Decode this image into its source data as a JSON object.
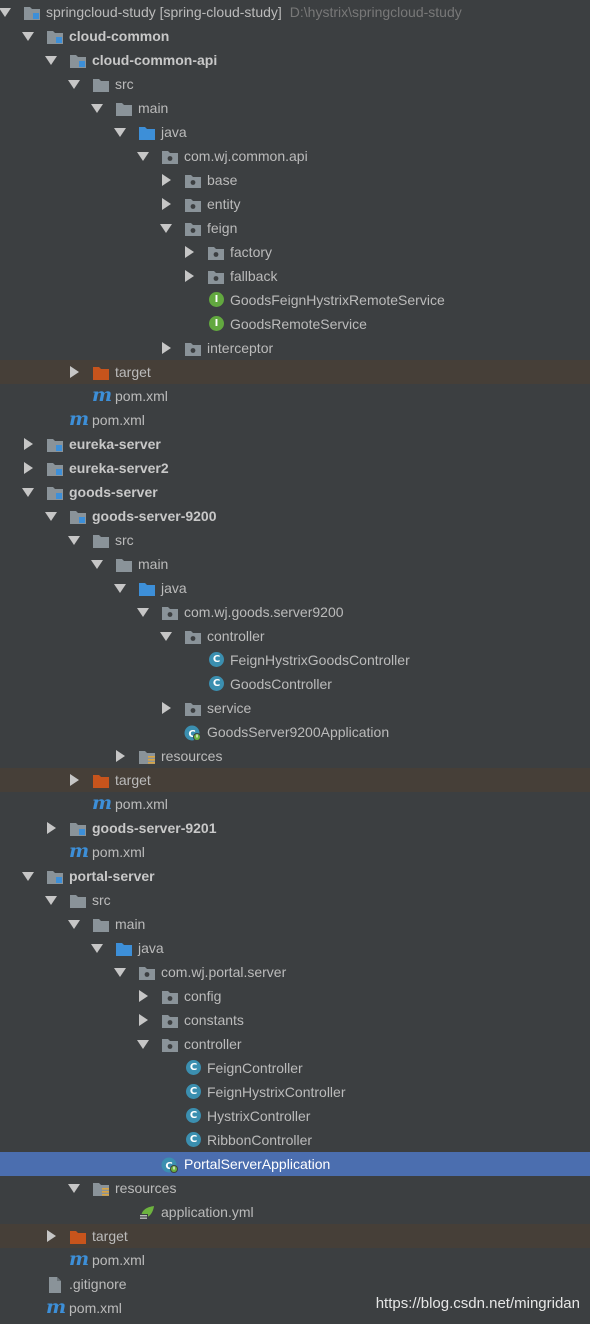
{
  "project_tree": {
    "items": [
      {
        "label": "springcloud-study [spring-cloud-study]",
        "path": "D:\\hystrix\\springcloud-study",
        "depth": 0,
        "arrow": "down",
        "icon": "module-folder-icon",
        "bold": false
      },
      {
        "label": "cloud-common",
        "depth": 1,
        "arrow": "down",
        "icon": "module-folder-icon",
        "bold": true
      },
      {
        "label": "cloud-common-api",
        "depth": 2,
        "arrow": "down",
        "icon": "module-folder-icon",
        "bold": true
      },
      {
        "label": "src",
        "depth": 3,
        "arrow": "down",
        "icon": "folder-icon"
      },
      {
        "label": "main",
        "depth": 4,
        "arrow": "down",
        "icon": "folder-icon"
      },
      {
        "label": "java",
        "depth": 5,
        "arrow": "down",
        "icon": "source-folder-icon"
      },
      {
        "label": "com.wj.common.api",
        "depth": 6,
        "arrow": "down",
        "icon": "package-icon"
      },
      {
        "label": "base",
        "depth": 7,
        "arrow": "right",
        "icon": "package-icon"
      },
      {
        "label": "entity",
        "depth": 7,
        "arrow": "right",
        "icon": "package-icon"
      },
      {
        "label": "feign",
        "depth": 7,
        "arrow": "down",
        "icon": "package-icon"
      },
      {
        "label": "factory",
        "depth": 8,
        "arrow": "right",
        "icon": "package-icon"
      },
      {
        "label": "fallback",
        "depth": 8,
        "arrow": "right",
        "icon": "package-icon"
      },
      {
        "label": "GoodsFeignHystrixRemoteService",
        "depth": 8,
        "arrow": "none",
        "icon": "interface-icon"
      },
      {
        "label": "GoodsRemoteService",
        "depth": 8,
        "arrow": "none",
        "icon": "interface-icon"
      },
      {
        "label": "interceptor",
        "depth": 7,
        "arrow": "right",
        "icon": "package-icon"
      },
      {
        "label": "target",
        "depth": 3,
        "arrow": "right",
        "icon": "excluded-folder-icon",
        "highlight": true
      },
      {
        "label": "pom.xml",
        "depth": 3,
        "arrow": "none",
        "icon": "maven-icon"
      },
      {
        "label": "pom.xml",
        "depth": 2,
        "arrow": "none",
        "icon": "maven-icon"
      },
      {
        "label": "eureka-server",
        "depth": 1,
        "arrow": "right",
        "icon": "module-folder-icon",
        "bold": true
      },
      {
        "label": "eureka-server2",
        "depth": 1,
        "arrow": "right",
        "icon": "module-folder-icon",
        "bold": true
      },
      {
        "label": "goods-server",
        "depth": 1,
        "arrow": "down",
        "icon": "module-folder-icon",
        "bold": true
      },
      {
        "label": "goods-server-9200",
        "depth": 2,
        "arrow": "down",
        "icon": "module-folder-icon",
        "bold": true
      },
      {
        "label": "src",
        "depth": 3,
        "arrow": "down",
        "icon": "folder-icon"
      },
      {
        "label": "main",
        "depth": 4,
        "arrow": "down",
        "icon": "folder-icon"
      },
      {
        "label": "java",
        "depth": 5,
        "arrow": "down",
        "icon": "source-folder-icon"
      },
      {
        "label": "com.wj.goods.server9200",
        "depth": 6,
        "arrow": "down",
        "icon": "package-icon"
      },
      {
        "label": "controller",
        "depth": 7,
        "arrow": "down",
        "icon": "package-icon"
      },
      {
        "label": "FeignHystrixGoodsController",
        "depth": 8,
        "arrow": "none",
        "icon": "class-icon"
      },
      {
        "label": "GoodsController",
        "depth": 8,
        "arrow": "none",
        "icon": "class-icon"
      },
      {
        "label": "service",
        "depth": 7,
        "arrow": "right",
        "icon": "package-icon"
      },
      {
        "label": "GoodsServer9200Application",
        "depth": 7,
        "arrow": "none",
        "icon": "spring-boot-class-icon"
      },
      {
        "label": "resources",
        "depth": 5,
        "arrow": "right",
        "icon": "resources-folder-icon"
      },
      {
        "label": "target",
        "depth": 3,
        "arrow": "right",
        "icon": "excluded-folder-icon",
        "highlight": true
      },
      {
        "label": "pom.xml",
        "depth": 3,
        "arrow": "none",
        "icon": "maven-icon"
      },
      {
        "label": "goods-server-9201",
        "depth": 2,
        "arrow": "right",
        "icon": "module-folder-icon",
        "bold": true
      },
      {
        "label": "pom.xml",
        "depth": 2,
        "arrow": "none",
        "icon": "maven-icon"
      },
      {
        "label": "portal-server",
        "depth": 1,
        "arrow": "down",
        "icon": "module-folder-icon",
        "bold": true
      },
      {
        "label": "src",
        "depth": 2,
        "arrow": "down",
        "icon": "folder-icon"
      },
      {
        "label": "main",
        "depth": 3,
        "arrow": "down",
        "icon": "folder-icon"
      },
      {
        "label": "java",
        "depth": 4,
        "arrow": "down",
        "icon": "source-folder-icon"
      },
      {
        "label": "com.wj.portal.server",
        "depth": 5,
        "arrow": "down",
        "icon": "package-icon"
      },
      {
        "label": "config",
        "depth": 6,
        "arrow": "right",
        "icon": "package-icon"
      },
      {
        "label": "constants",
        "depth": 6,
        "arrow": "right",
        "icon": "package-icon"
      },
      {
        "label": "controller",
        "depth": 6,
        "arrow": "down",
        "icon": "package-icon"
      },
      {
        "label": "FeignController",
        "depth": 7,
        "arrow": "none",
        "icon": "class-icon"
      },
      {
        "label": "FeignHystrixController",
        "depth": 7,
        "arrow": "none",
        "icon": "class-icon"
      },
      {
        "label": "HystrixController",
        "depth": 7,
        "arrow": "none",
        "icon": "class-icon"
      },
      {
        "label": "RibbonController",
        "depth": 7,
        "arrow": "none",
        "icon": "class-icon"
      },
      {
        "label": "PortalServerApplication",
        "depth": 6,
        "arrow": "none",
        "icon": "spring-boot-class-icon",
        "selected": true
      },
      {
        "label": "resources",
        "depth": 3,
        "arrow": "down",
        "icon": "resources-folder-icon"
      },
      {
        "label": "application.yml",
        "depth": 5,
        "arrow": "none",
        "icon": "spring-yml-icon"
      },
      {
        "label": "target",
        "depth": 2,
        "arrow": "right",
        "icon": "excluded-folder-icon",
        "highlight": true
      },
      {
        "label": "pom.xml",
        "depth": 2,
        "arrow": "none",
        "icon": "maven-icon"
      },
      {
        "label": ".gitignore",
        "depth": 1,
        "arrow": "none",
        "icon": "text-file-icon"
      },
      {
        "label": "pom.xml",
        "depth": 1,
        "arrow": "none",
        "icon": "maven-icon"
      }
    ]
  },
  "watermark": "https://blog.csdn.net/mingridan",
  "colors": {
    "background": "#3c3f41",
    "selection": "#4b6eaf",
    "excluded_highlight": "#463f38",
    "folder": "#8a9399",
    "source_folder": "#3d8fd8",
    "excluded_folder": "#c7541c",
    "class_icon": "#3b8fb0",
    "interface_icon": "#62a83f",
    "maven_icon": "#3d8fd8"
  }
}
